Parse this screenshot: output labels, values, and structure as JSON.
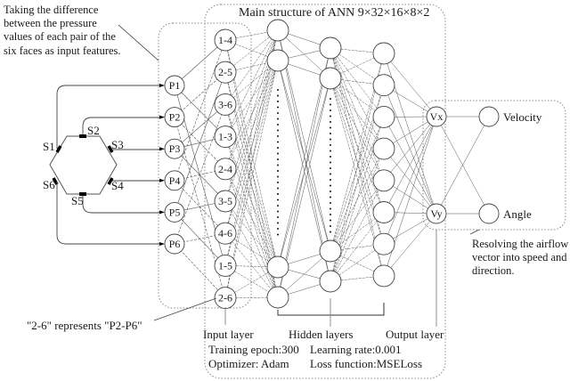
{
  "title": "Main structure of ANN 9×32×16×8×2",
  "annotations": {
    "input_features_note": [
      "Taking the difference",
      "between the pressure",
      "values of each pair of the",
      "six faces as input features."
    ],
    "pair_note": "\"2-6\" represents \"P2-P6\"",
    "resolve_note": [
      "Resolving the airflow",
      "vector into speed and",
      "direction."
    ]
  },
  "sensor": {
    "shape": "hexagon",
    "faces": [
      "S1",
      "S2",
      "S3",
      "S4",
      "S5",
      "S6"
    ]
  },
  "pressures": [
    "P1",
    "P2",
    "P3",
    "P4",
    "P5",
    "P6"
  ],
  "input_layer": {
    "label": "Input layer",
    "nodes": [
      "1-4",
      "2-5",
      "3-6",
      "1-3",
      "2-4",
      "3-5",
      "4-6",
      "1-5",
      "2-6"
    ]
  },
  "hidden_layers": {
    "label": "Hidden layers",
    "sizes": [
      32,
      16,
      8
    ],
    "shown_nodes": [
      [
        "",
        "",
        "",
        ""
      ],
      [
        "",
        "",
        "",
        ""
      ],
      [
        "",
        "",
        "",
        "",
        "",
        "",
        "",
        ""
      ]
    ]
  },
  "output_layer": {
    "label": "Output layer",
    "nodes": [
      "Vx",
      "Vy"
    ]
  },
  "results": [
    "Velocity",
    "Angle"
  ],
  "training": {
    "epoch": "Training epoch:300",
    "learning_rate": "Learning rate:0.001",
    "optimizer": "Optimizer: Adam",
    "loss": "Loss function:MSELoss"
  },
  "colors": {
    "stroke": "#333333",
    "dashed_box": "#888888",
    "sensor_tab": "#000000"
  }
}
